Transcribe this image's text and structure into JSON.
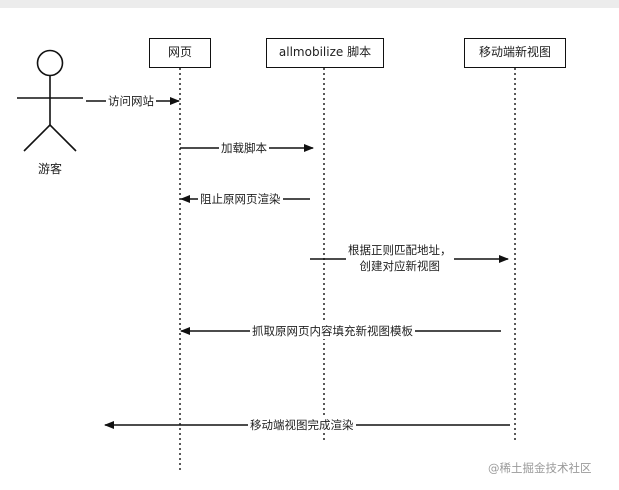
{
  "actor": {
    "label": "游客"
  },
  "participants": [
    {
      "label": "网页"
    },
    {
      "label": "allmobilize 脚本"
    },
    {
      "label": "移动端新视图"
    }
  ],
  "messages": [
    {
      "label": "访问网站"
    },
    {
      "label": "加载脚本"
    },
    {
      "label": "阻止原网页渲染"
    },
    {
      "lines": [
        "根据正则匹配地址，",
        "创建对应新视图"
      ]
    },
    {
      "label": "抓取原网页内容填充新视图模板"
    },
    {
      "label": "移动端视图完成渲染"
    }
  ],
  "watermark": {
    "text": "@稀土掘金技术社区"
  }
}
